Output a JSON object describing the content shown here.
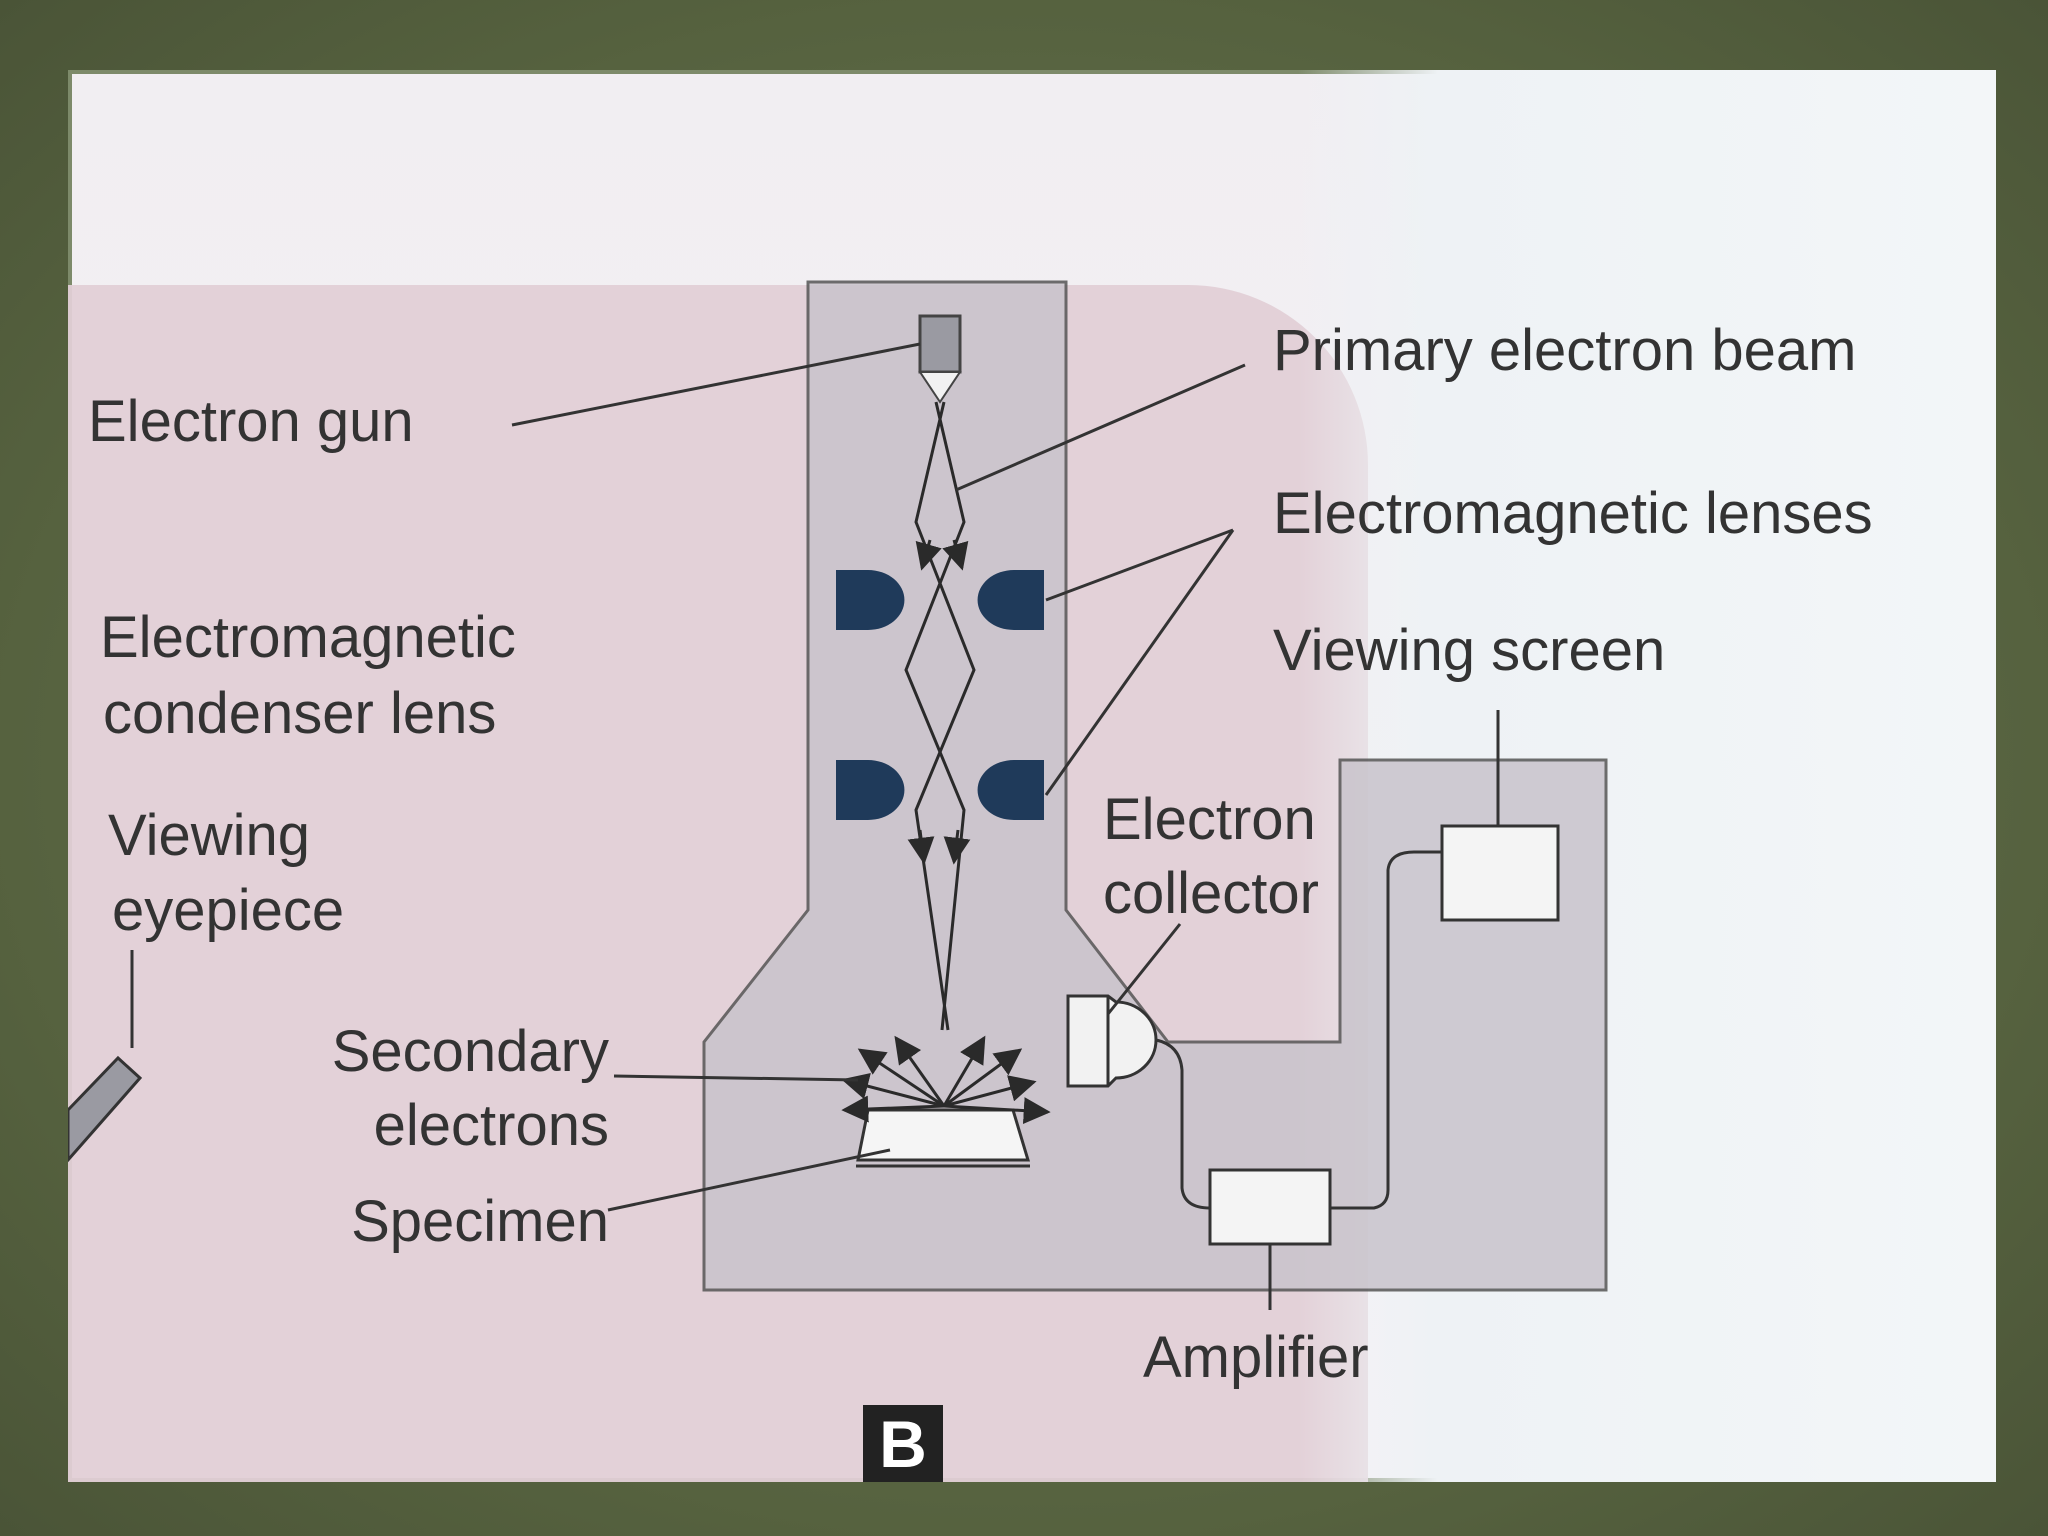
{
  "labels": {
    "electron_gun": "Electron gun",
    "primary_beam": "Primary electron beam",
    "em_lenses": "Electromagnetic lenses",
    "condenser_line1": "Electromagnetic",
    "condenser_line2": "condenser lens",
    "viewing_screen": "Viewing screen",
    "eyepiece_line1": "Viewing",
    "eyepiece_line2": "eyepiece",
    "collector_line1": "Electron",
    "collector_line2": "collector",
    "secondary_line1": "Secondary",
    "secondary_line2": "electrons",
    "specimen": "Specimen",
    "amplifier": "Amplifier",
    "panel_letter": "B"
  },
  "colors": {
    "column_fill": "#c9c4cc",
    "column_stroke": "#555555",
    "lens_fill": "#1f3a5a",
    "line": "#3a3a3a"
  }
}
